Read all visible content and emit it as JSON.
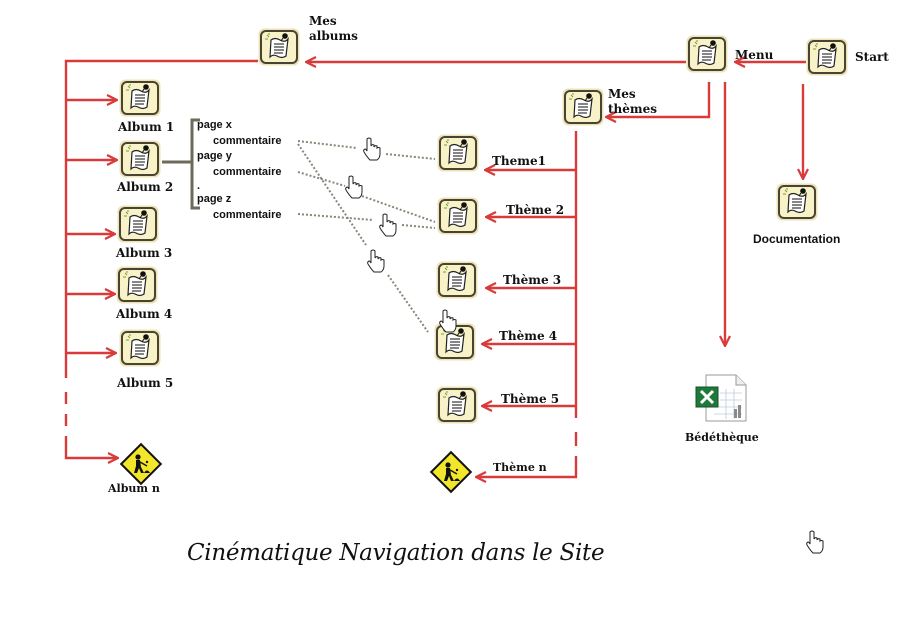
{
  "diagram": {
    "caption": "Cinématique Navigation dans le Site",
    "colors": {
      "arrow": "#d93a3a",
      "connector": "#6e6a5a",
      "dotted": "#8a8776",
      "node_fill": "#f7f1c4",
      "node_border": "#4a4332",
      "warning_fill": "#f2e62b",
      "excel_green": "#1f7a3a"
    },
    "nodes": {
      "start": {
        "label": "Start",
        "icon": "scroll-page-icon"
      },
      "menu": {
        "label": "Menu",
        "icon": "scroll-page-icon"
      },
      "mes_albums": {
        "label_line1": "Mes",
        "label_line2": "albums",
        "icon": "scroll-page-icon"
      },
      "mes_themes": {
        "label_line1": "Mes",
        "label_line2": "thèmes",
        "icon": "scroll-page-icon"
      },
      "documentation": {
        "label": "Documentation",
        "icon": "scroll-page-icon"
      },
      "bedetheque": {
        "label": "Bédéthèque",
        "icon": "excel-spreadsheet-icon"
      }
    },
    "albums": [
      {
        "label": "Album 1",
        "icon": "scroll-page-icon"
      },
      {
        "label": "Album 2",
        "icon": "scroll-page-icon"
      },
      {
        "label": "Album 3",
        "icon": "scroll-page-icon"
      },
      {
        "label": "Album 4",
        "icon": "scroll-page-icon"
      },
      {
        "label": "Album 5",
        "icon": "scroll-page-icon"
      },
      {
        "label": "Album n",
        "icon": "under-construction-icon"
      }
    ],
    "themes": [
      {
        "label": "Theme1",
        "icon": "scroll-page-icon"
      },
      {
        "label": "Thème 2",
        "icon": "scroll-page-icon"
      },
      {
        "label": "Thème 3",
        "icon": "scroll-page-icon"
      },
      {
        "label": "Thème 4",
        "icon": "scroll-page-icon"
      },
      {
        "label": "Thème 5",
        "icon": "scroll-page-icon"
      },
      {
        "label": "Thème n",
        "icon": "under-construction-icon"
      }
    ],
    "album_pages": [
      {
        "page": "page x",
        "comment": "commentaire"
      },
      {
        "page": "page y",
        "comment": "commentaire"
      },
      {
        "separator": "."
      },
      {
        "page": "page z",
        "comment": "commentaire"
      }
    ],
    "edges": [
      {
        "from": "Start",
        "to": "Menu"
      },
      {
        "from": "Start",
        "to": "Documentation"
      },
      {
        "from": "Menu",
        "to": "Mes albums"
      },
      {
        "from": "Menu",
        "to": "Mes thèmes"
      },
      {
        "from": "Menu",
        "to": "Bédéthèque"
      },
      {
        "from": "Mes albums",
        "to": "Album 1..n"
      },
      {
        "from": "Mes thèmes",
        "to": "Thème 1..n"
      },
      {
        "from": "Album 2",
        "to": "pages"
      },
      {
        "from": "page x commentaire",
        "to": "Theme1",
        "style": "dotted"
      },
      {
        "from": "page x commentaire",
        "to": "Thème 4",
        "style": "dotted"
      },
      {
        "from": "page y commentaire",
        "to": "Thème 2",
        "style": "dotted"
      },
      {
        "from": "page z commentaire",
        "to": "Thème 2",
        "style": "dotted"
      }
    ],
    "cursor_icons": 6
  }
}
